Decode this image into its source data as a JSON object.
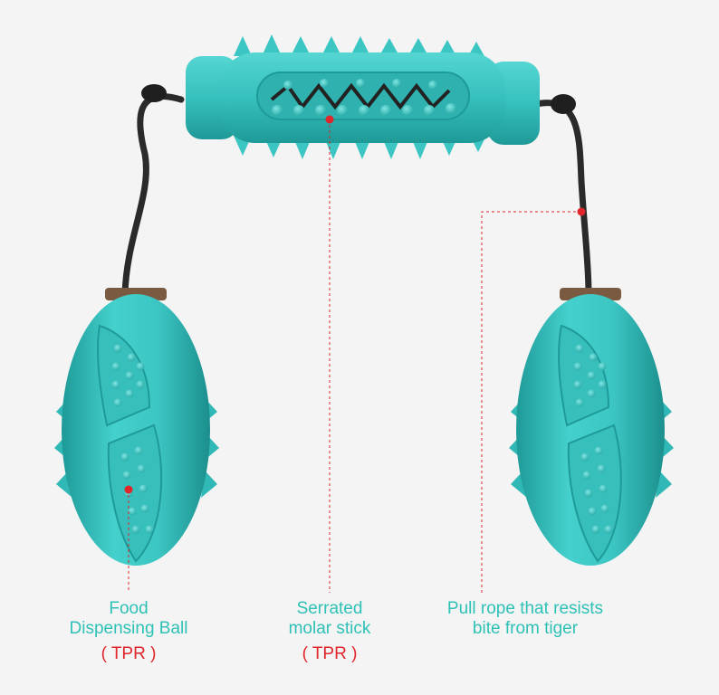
{
  "colors": {
    "background": "#f4f4f4",
    "toy_teal": "#3cc6c3",
    "toy_teal_dark": "#1e9a98",
    "rope": "#2a2a2a",
    "label_teal": "#2ec1b6",
    "marker_red": "#e0262b"
  },
  "labels": {
    "food_ball": {
      "line1": "Food",
      "line2": "Dispensing Ball",
      "material": "( TPR )"
    },
    "molar_stick": {
      "line1": "Serrated",
      "line2": "molar stick",
      "material": "( TPR )"
    },
    "pull_rope": {
      "line1": "Pull rope that resists",
      "line2": "bite from tiger"
    }
  }
}
